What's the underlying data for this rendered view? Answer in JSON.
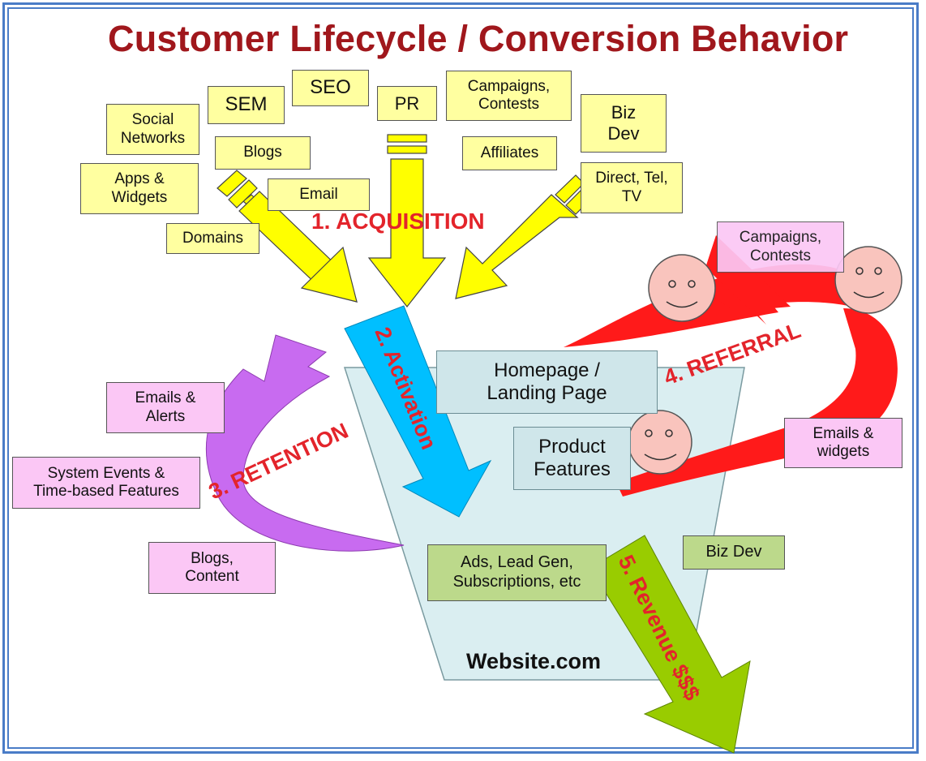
{
  "title": "Customer Lifecycle / Conversion Behavior",
  "stages": {
    "acquisition": "1. ACQUISITION",
    "activation": "2. Activation",
    "retention": "3. RETENTION",
    "referral": "4. REFERRAL",
    "revenue": "5. Revenue $$$"
  },
  "acquisition_channels": {
    "social_networks": "Social\nNetworks",
    "sem": "SEM",
    "seo": "SEO",
    "pr": "PR",
    "campaigns_contests": "Campaigns,\nContests",
    "biz_dev": "Biz\nDev",
    "blogs": "Blogs",
    "affiliates": "Affiliates",
    "apps_widgets": "Apps &\nWidgets",
    "email": "Email",
    "direct_tel_tv": "Direct, Tel,\nTV",
    "domains": "Domains"
  },
  "website": {
    "homepage": "Homepage /\nLanding Page",
    "product_features": "Product\nFeatures",
    "revenue_sources": "Ads, Lead Gen,\nSubscriptions, etc",
    "name": "Website.com"
  },
  "retention_tools": {
    "emails_alerts": "Emails &\nAlerts",
    "system_events": "System Events &\nTime-based Features",
    "blogs_content": "Blogs,\nContent"
  },
  "referral_tools": {
    "campaigns_contests": "Campaigns,\nContests",
    "emails_widgets": "Emails &\nwidgets"
  },
  "revenue_partners": {
    "biz_dev": "Biz Dev"
  },
  "colors": {
    "title": "#a0171c",
    "stage_label": "#e3242b",
    "acquisition_arrow": "#ffff00",
    "activation_arrow": "#00bfff",
    "retention_arrow": "#c86bf0",
    "referral_arrow": "#ff1a1a",
    "revenue_arrow": "#99cc00",
    "funnel": "#daeef1",
    "channel_box": "#ffffa0",
    "tool_box": "#fbc7f5",
    "face": "#f9c4bd"
  }
}
